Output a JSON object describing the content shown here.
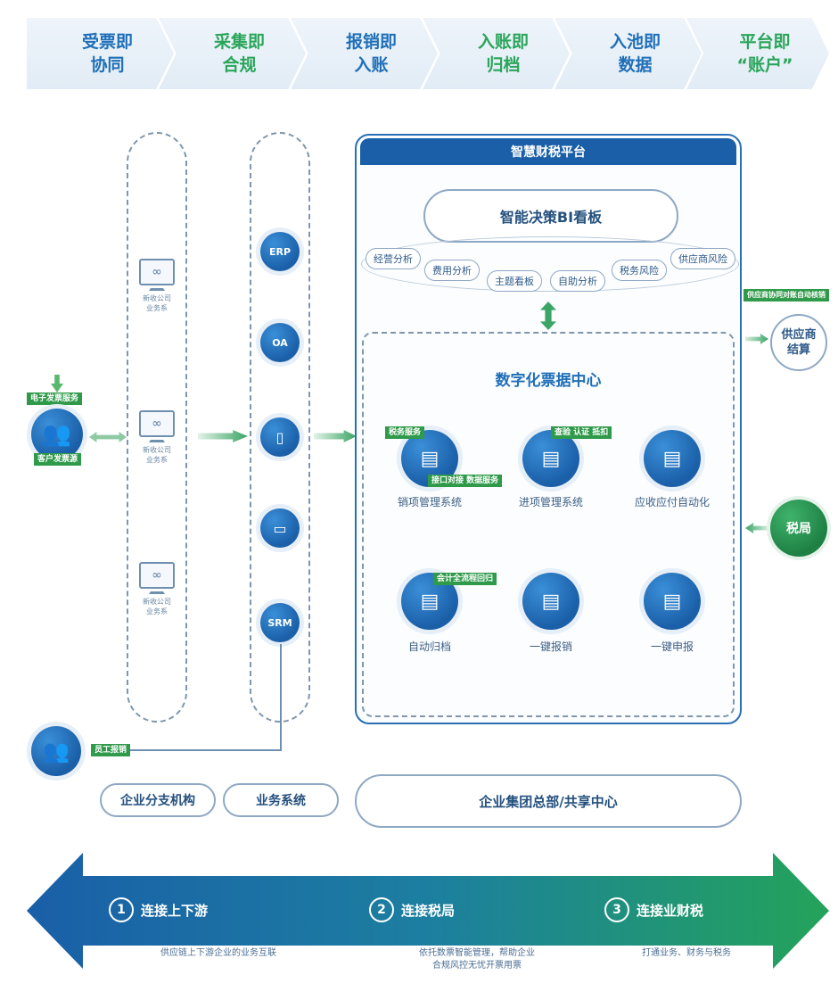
{
  "banner": [
    {
      "text": "受票即\n协同",
      "color": "#1f6fb8"
    },
    {
      "text": "采集即\n合规",
      "color": "#2aa55a"
    },
    {
      "text": "报销即\n入账",
      "color": "#1f6fb8"
    },
    {
      "text": "入账即\n归档",
      "color": "#2aa55a"
    },
    {
      "text": "入池即\n数据",
      "color": "#1f6fb8"
    },
    {
      "text": "平台即\n“账户”",
      "color": "#2aa55a"
    }
  ],
  "branch_monitors": [
    {
      "label": "新收公司\n业务系",
      "icon": "monitor-icon"
    },
    {
      "label": "新收公司\n业务系",
      "icon": "monitor-icon"
    },
    {
      "label": "新收公司\n业务系",
      "icon": "monitor-icon"
    }
  ],
  "left_users": {
    "top_tag": "电子发票服务",
    "bottom_tag": "客户发票源",
    "bottom_user_tag": "员工报销"
  },
  "business_systems": [
    "ERP",
    "OA",
    "",
    "",
    "SRM"
  ],
  "platform": {
    "title": "智慧财税平台",
    "bi_title": "智能决策BI看板",
    "analysis_pills": [
      "经营分析",
      "费用分析",
      "主题看板",
      "自助分析",
      "税务风险",
      "供应商风险"
    ],
    "center_title": "数字化票据中心",
    "systems": [
      {
        "name": "销项管理系统",
        "tag_top": "税务服务",
        "tag_bottom": "接口对接 数据服务"
      },
      {
        "name": "进项管理系统",
        "tag_top": "查验 认证 抵扣",
        "tag_bottom": ""
      },
      {
        "name": "应收应付自动化",
        "tag_top": "",
        "tag_bottom": ""
      },
      {
        "name": "自动归档",
        "tag_top": "会计全流程回归",
        "tag_bottom": ""
      },
      {
        "name": "一键报销",
        "tag_top": "",
        "tag_bottom": ""
      },
      {
        "name": "一键申报",
        "tag_top": "",
        "tag_bottom": ""
      }
    ],
    "right_tag": "供应商协同对账自动核销"
  },
  "right_nodes": {
    "supplier": "供应商\n结算",
    "tax_bureau": "税局"
  },
  "bottom_groups": {
    "branch": "企业分支机构",
    "business": "业务系统",
    "hq": "企业集团总部/共享中心"
  },
  "bottom_arrow": {
    "items": [
      {
        "num": "1",
        "label": "连接上下游",
        "sub": "供应链上下游企业的业务互联"
      },
      {
        "num": "2",
        "label": "连接税局",
        "sub": "依托数票智能管理，帮助企业\n合规风控无忧开票用票"
      },
      {
        "num": "3",
        "label": "连接业财税",
        "sub": "打通业务、财务与税务"
      }
    ]
  },
  "colors": {
    "blue": "#1f6fb8",
    "green": "#2aa55a",
    "navy": "#1a5fa8"
  }
}
